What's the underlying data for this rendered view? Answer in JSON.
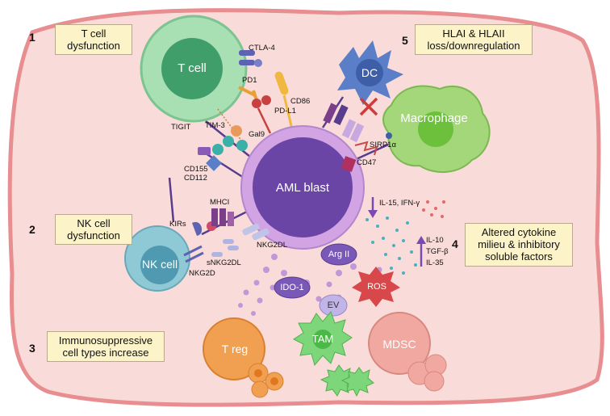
{
  "sections": {
    "s1": {
      "number": "1",
      "title": "T cell\ndysfunction"
    },
    "s2": {
      "number": "2",
      "title": "NK cell\ndysfunction"
    },
    "s3": {
      "number": "3",
      "title": "Immunosuppressive\ncell types increase"
    },
    "s4": {
      "number": "4",
      "title": "Altered cytokine\nmilieu & inhibitory\nsoluble factors"
    },
    "s5": {
      "number": "5",
      "title": "HLAI & HLAII\nloss/downregulation"
    }
  },
  "cells": {
    "tcell": "T cell",
    "aml": "AML blast",
    "nk": "NK cell",
    "dc": "DC",
    "macrophage": "Macrophage",
    "treg": "T reg",
    "tam": "TAM",
    "mdsc": "MDSC",
    "argii": "Arg II",
    "ido": "IDO-1",
    "ev": "EV",
    "ros": "ROS"
  },
  "molecules": {
    "ctla4": "CTLA-4",
    "pd1": "PD1",
    "cd86": "CD86",
    "pdl1": "PD-L1",
    "tim3": "TIM-3",
    "gal9": "Gal9",
    "tigit": "TIGIT",
    "cd155": "CD155",
    "cd112": "CD112",
    "sirp": "SIRP1α",
    "cd47": "CD47",
    "mhci": "MHCI",
    "kirs": "KIRs",
    "nkg2dl": "NKG2DL",
    "snkg2dl": "sNKG2DL",
    "nkg2d": "NKG2D"
  },
  "cytokines": {
    "down": "IL-15,  IFN-γ",
    "up1": "IL-10",
    "up2": "TGF-β",
    "up3": "IL-35"
  },
  "colors": {
    "background": "#f9dcd9",
    "border": "#e88d90",
    "tcell": "#8fd3a0",
    "aml": "#6a45a6",
    "aml_membrane": "#d9a8e8",
    "nk": "#8fc9d6",
    "dc": "#5a7ec7",
    "macrophage": "#a4d67a",
    "treg": "#f0a050",
    "tam": "#7dd67a",
    "mdsc": "#f0a8a0",
    "arrow": "#7a4ab0"
  }
}
